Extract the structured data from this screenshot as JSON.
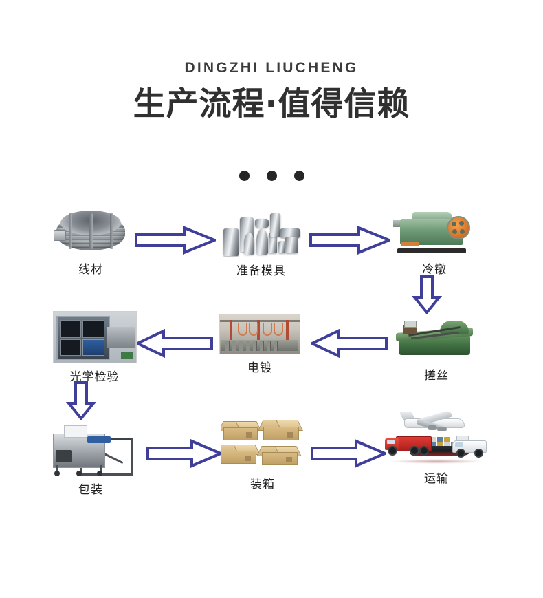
{
  "header": {
    "subtitle": "DINGZHI LIUCHENG",
    "title": "生产流程·值得信赖",
    "separator_dots": 3
  },
  "colors": {
    "title_text": "#303030",
    "subtitle_text": "#3c3c3c",
    "arrow_stroke": "#3f3f9b",
    "arrow_fill": "#ffffff",
    "dot": "#262626",
    "background": "#ffffff"
  },
  "flow": {
    "steps": [
      {
        "id": "wire-rod",
        "label": "线材",
        "icon": "wire-coil-image",
        "row": 1,
        "col": 1
      },
      {
        "id": "prepare-mold",
        "label": "准备模具",
        "icon": "dies-molds-image",
        "row": 1,
        "col": 2
      },
      {
        "id": "cold-heading",
        "label": "冷镦",
        "icon": "cold-heading-machine-image",
        "row": 1,
        "col": 3
      },
      {
        "id": "thread-rolling",
        "label": "搓丝",
        "icon": "thread-rolling-machine-image",
        "row": 2,
        "col": 3
      },
      {
        "id": "electroplating",
        "label": "电镀",
        "icon": "electroplating-line-image",
        "row": 2,
        "col": 2
      },
      {
        "id": "optical-inspection",
        "label": "光学检验",
        "icon": "optical-inspection-image",
        "row": 2,
        "col": 1
      },
      {
        "id": "packaging",
        "label": "包装",
        "icon": "packaging-machine-image",
        "row": 3,
        "col": 1
      },
      {
        "id": "boxing",
        "label": "装箱",
        "icon": "carton-boxes-image",
        "row": 3,
        "col": 2
      },
      {
        "id": "transport",
        "label": "运输",
        "icon": "transport-logistics-image",
        "row": 3,
        "col": 3
      }
    ],
    "arrows": [
      {
        "id": "arrow-wire-to-mold",
        "direction": "right",
        "from": "线材",
        "to": "准备模具"
      },
      {
        "id": "arrow-mold-to-coldheading",
        "direction": "right",
        "from": "准备模具",
        "to": "冷镦"
      },
      {
        "id": "arrow-coldheading-to-thread",
        "direction": "down",
        "from": "冷镦",
        "to": "搓丝"
      },
      {
        "id": "arrow-thread-to-plating",
        "direction": "left",
        "from": "搓丝",
        "to": "电镀"
      },
      {
        "id": "arrow-plating-to-optical",
        "direction": "left",
        "from": "电镀",
        "to": "光学检验"
      },
      {
        "id": "arrow-optical-to-packaging",
        "direction": "down",
        "from": "光学检验",
        "to": "包装"
      },
      {
        "id": "arrow-packaging-to-boxing",
        "direction": "right",
        "from": "包装",
        "to": "装箱"
      },
      {
        "id": "arrow-boxing-to-transport",
        "direction": "right",
        "from": "装箱",
        "to": "运输"
      }
    ]
  }
}
